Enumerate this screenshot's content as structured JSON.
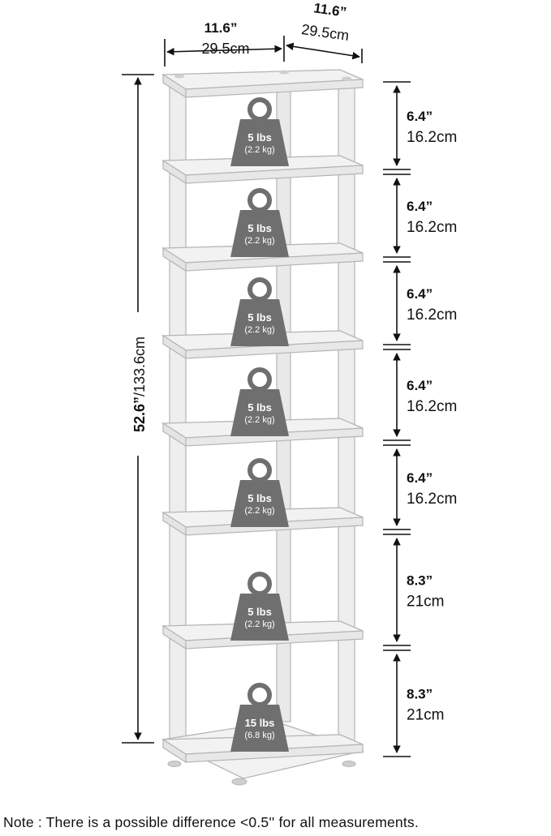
{
  "dimensions": {
    "width": {
      "inches": "11.6”",
      "cm": "29.5cm"
    },
    "depth": {
      "inches": "11.6”",
      "cm": "29.5cm"
    },
    "height": {
      "inches": "52.6”",
      "cm": "/133.6cm"
    }
  },
  "spacings": [
    {
      "inches": "6.4”",
      "cm": "16.2cm"
    },
    {
      "inches": "6.4”",
      "cm": "16.2cm"
    },
    {
      "inches": "6.4”",
      "cm": "16.2cm"
    },
    {
      "inches": "6.4”",
      "cm": "16.2cm"
    },
    {
      "inches": "6.4”",
      "cm": "16.2cm"
    },
    {
      "inches": "8.3”",
      "cm": "21cm"
    },
    {
      "inches": "8.3”",
      "cm": "21cm"
    }
  ],
  "weights": [
    {
      "lbs": "5 lbs",
      "kg": "(2.2 kg)"
    },
    {
      "lbs": "5 lbs",
      "kg": "(2.2 kg)"
    },
    {
      "lbs": "5 lbs",
      "kg": "(2.2 kg)"
    },
    {
      "lbs": "5 lbs",
      "kg": "(2.2 kg)"
    },
    {
      "lbs": "5 lbs",
      "kg": "(2.2 kg)"
    },
    {
      "lbs": "5 lbs",
      "kg": "(2.2 kg)"
    },
    {
      "lbs": "15 lbs",
      "kg": "(6.8 kg)"
    }
  ],
  "note": "Note : There is a possible difference <0.5'' for all measurements.",
  "colors": {
    "shelf": "#f2f2f2",
    "outline": "#b5b5b5",
    "weight": "#6f6f6f",
    "ink": "#111111"
  }
}
